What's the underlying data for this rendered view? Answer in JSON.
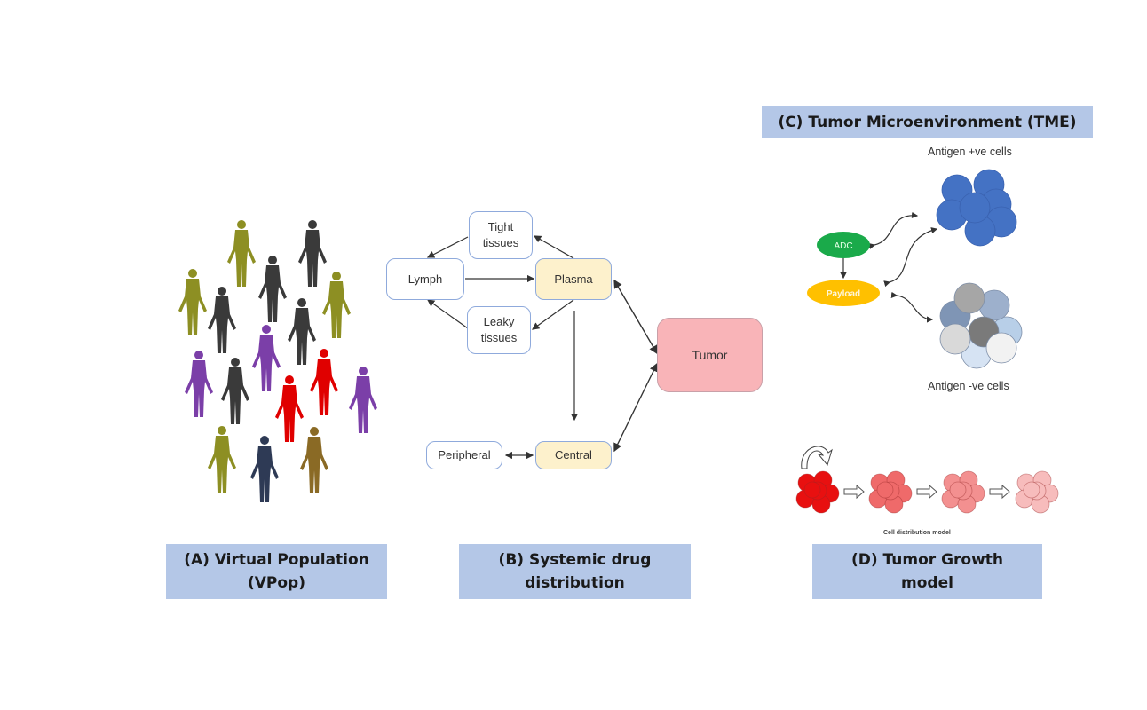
{
  "panels": {
    "a": {
      "title_line1": "(A) Virtual Population",
      "title_line2": "(VPop)"
    },
    "b": {
      "title_line1": "(B) Systemic drug",
      "title_line2": "distribution"
    },
    "c": {
      "title": "(C) Tumor Microenvironment (TME)"
    },
    "d": {
      "title_line1": "(D) Tumor Growth",
      "title_line2": "model",
      "caption": "Cell distribution model"
    }
  },
  "population": {
    "figures": [
      {
        "color": "#8d8f23"
      },
      {
        "color": "#3a3a3a"
      },
      {
        "color": "#3a3a3a"
      },
      {
        "color": "#8d8f23"
      },
      {
        "color": "#3a3a3a"
      },
      {
        "color": "#8d8f23"
      },
      {
        "color": "#3a3a3a"
      },
      {
        "color": "#7b3fa8"
      },
      {
        "color": "#7b3fa8"
      },
      {
        "color": "#3a3a3a"
      },
      {
        "color": "#e00000"
      },
      {
        "color": "#e00000"
      },
      {
        "color": "#7b3fa8"
      },
      {
        "color": "#8d8f23"
      },
      {
        "color": "#2e3a55"
      },
      {
        "color": "#8a6a25"
      }
    ]
  },
  "distribution": {
    "nodes": {
      "tight": {
        "line1": "Tight",
        "line2": "tissues"
      },
      "lymph": "Lymph",
      "plasma": "Plasma",
      "leaky": {
        "line1": "Leaky",
        "line2": "tissues"
      },
      "tumor": "Tumor",
      "peripheral": "Peripheral",
      "central": "Central"
    }
  },
  "tme": {
    "antigen_pos_label": "Antigen +ve cells",
    "antigen_neg_label": "Antigen -ve cells",
    "adc_label": "ADC",
    "payload_label": "Payload",
    "colors": {
      "adc": "#1aaa4a",
      "payload": "#ffc000",
      "antigen_pos": "#4472c4"
    }
  },
  "growth": {
    "stages": [
      {
        "color": "#e81010"
      },
      {
        "color": "#ef6a6a"
      },
      {
        "color": "#f39090"
      },
      {
        "color": "#f7bcbc"
      }
    ]
  }
}
